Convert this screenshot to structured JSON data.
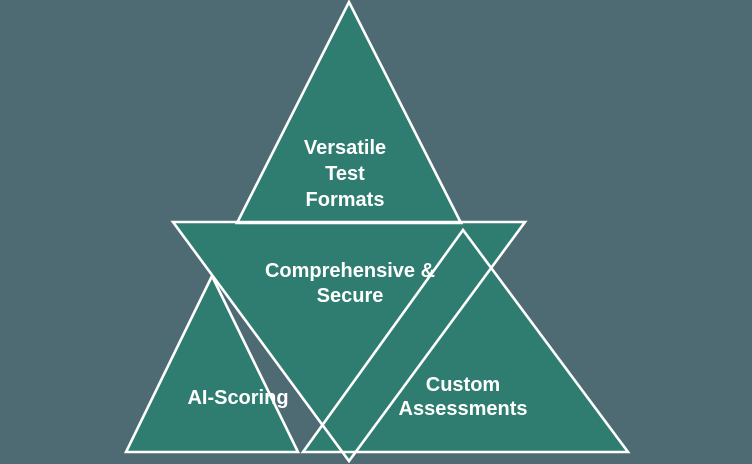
{
  "diagram": {
    "colors": {
      "background": "#4e6a72",
      "triangle_fill": "#2e7d70",
      "outline": "#ffffff",
      "label_text": "#ffffff"
    },
    "sections": [
      {
        "name": "versatile-test-formats",
        "position": "top-triangle",
        "lines": [
          "Versatile",
          "Test",
          "Formats"
        ]
      },
      {
        "name": "comprehensive-secure",
        "position": "middle-inverted-triangle",
        "lines": [
          "Comprehensive &",
          "Secure"
        ]
      },
      {
        "name": "ai-scoring",
        "position": "bottom-left-triangle",
        "lines": [
          "AI-Scoring"
        ]
      },
      {
        "name": "custom-assessments",
        "position": "bottom-right-triangle",
        "lines": [
          "Custom",
          "Assessments"
        ]
      }
    ]
  }
}
